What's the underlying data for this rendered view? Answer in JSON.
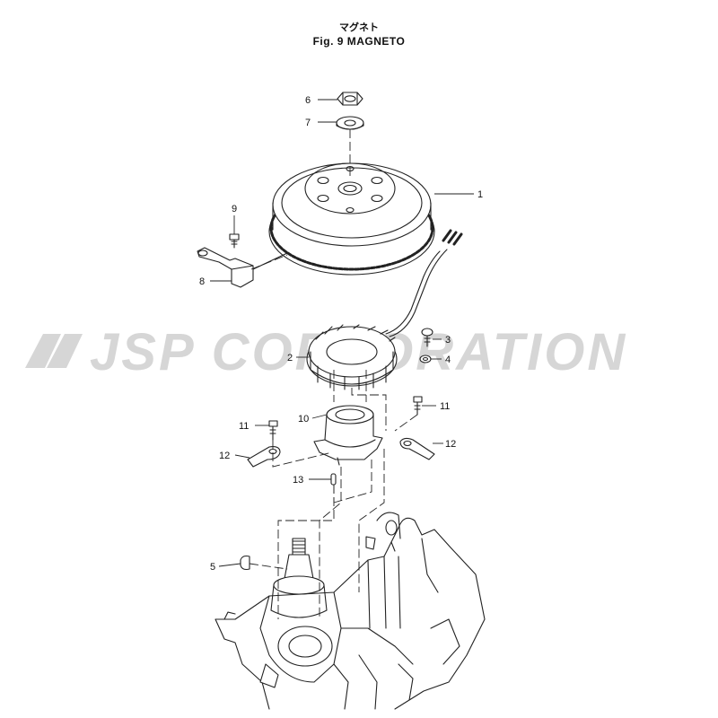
{
  "title": {
    "japanese": "マグネト",
    "english": "Fig. 9 MAGNETO"
  },
  "watermark": "JSP CORPORATION",
  "colors": {
    "line": "#222222",
    "watermark": "#d6d6d6",
    "background": "#ffffff"
  },
  "callouts": [
    {
      "id": "6",
      "part": "nut"
    },
    {
      "id": "7",
      "part": "washer"
    },
    {
      "id": "1",
      "part": "flywheel"
    },
    {
      "id": "9",
      "part": "bolt"
    },
    {
      "id": "8",
      "part": "pulser coil"
    },
    {
      "id": "3",
      "part": "screw"
    },
    {
      "id": "4",
      "part": "washer"
    },
    {
      "id": "2",
      "part": "stator coil"
    },
    {
      "id": "11",
      "part": "bolt (right)"
    },
    {
      "id": "10",
      "part": "stator holder"
    },
    {
      "id": "11",
      "part": "bolt (left)"
    },
    {
      "id": "12",
      "part": "clamp (left)"
    },
    {
      "id": "12",
      "part": "clamp (right)"
    },
    {
      "id": "13",
      "part": "dowel pin"
    },
    {
      "id": "5",
      "part": "key"
    }
  ]
}
